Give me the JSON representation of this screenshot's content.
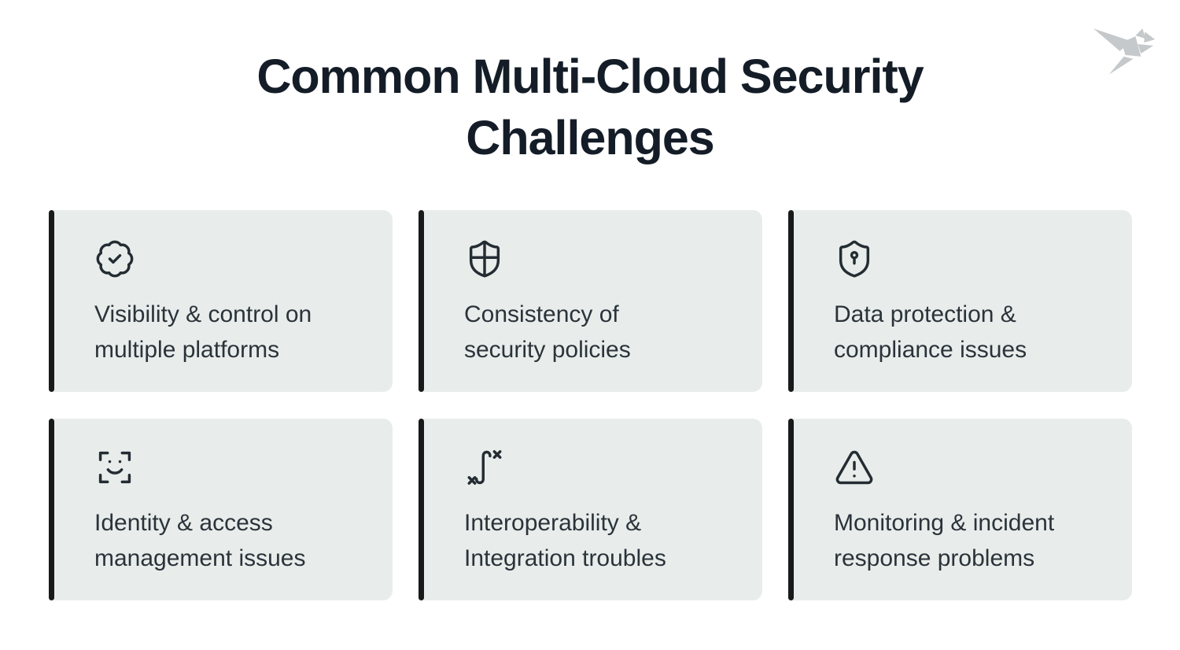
{
  "title": {
    "line1": "Common Multi-Cloud Security",
    "line2": "Challenges"
  },
  "logo": {
    "icon": "origami-bird-logo"
  },
  "colors": {
    "page_bg": "#ffffff",
    "card_bg": "#e8edeb",
    "accent_bar": "#17191b",
    "card_text": "#2b333a",
    "title_text": "#141d27",
    "icon_stroke": "#242c33",
    "logo_gray": "#c6c9cb"
  },
  "cards": [
    {
      "icon": "badge-check-icon",
      "line1": "Visibility & control on",
      "line2": "multiple platforms"
    },
    {
      "icon": "shield-quartered-icon",
      "line1": "Consistency of",
      "line2": "security policies"
    },
    {
      "icon": "shield-keyhole-icon",
      "line1": "Data protection &",
      "line2": "compliance issues"
    },
    {
      "icon": "face-scan-icon",
      "line1": "Identity & access",
      "line2": "management issues"
    },
    {
      "icon": "integral-icon",
      "line1": "Interoperability &",
      "line2": "Integration troubles"
    },
    {
      "icon": "alert-triangle-icon",
      "line1": "Monitoring & incident",
      "line2": "response problems"
    }
  ]
}
